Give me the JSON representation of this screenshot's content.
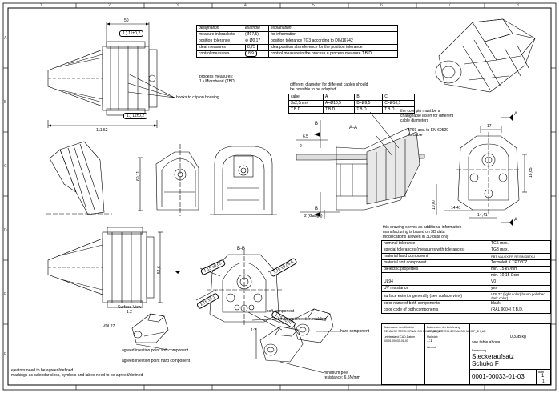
{
  "legend": {
    "headers": [
      "designation",
      "example",
      "explanation"
    ],
    "rows": [
      [
        "measure in brackets",
        "(Ø17,5)",
        "for information"
      ],
      [
        "position tolerance",
        "⊕ Ø0,17",
        "position tolerance TG3 according to DIN16742"
      ],
      [
        "ideal measures",
        "8,75",
        "idea position als reference for the position tolerance"
      ],
      [
        "control measures",
        "8,9",
        "control measure in the process = process measure T.B.D."
      ]
    ]
  },
  "process_note": [
    "process measures:",
    "1.) Microhead (TBD)"
  ],
  "cable_table": {
    "title": [
      "different diameter for different cables should",
      "be possible to be adapted"
    ],
    "headers": [
      "cabel",
      "A",
      "B",
      "C"
    ],
    "rows": [
      [
        "3x2,5mm²",
        "A=Ø10,5",
        "B=Ø9,5",
        "C=Ø10,1"
      ],
      [
        "T.B.D.",
        "T.B.D.",
        "T.B.D.",
        "T.B.D."
      ]
    ]
  },
  "dims": {
    "top_width": "50",
    "tol_top": "1.) 11±0,2",
    "tol_bottom": "1.) 11±0,2",
    "overall": "111,52",
    "front_height": "60,11",
    "bottom_height": "56,6",
    "sec_a1": "6,5",
    "sec_a2": "2",
    "gauge": "2 (Gauge)",
    "r_top": "17",
    "r_right": "18,65",
    "r_left1": "14,41",
    "r_left2": "10,07",
    "r_bottom": "14,41",
    "bb1": "1,15 ±0,05",
    "bb2": "1,15 ±0,1",
    "bb3": "1,15 ±0,07",
    "bb4": "1,15 ±0,05 A"
  },
  "notes": {
    "hooks": "hooks to clip on housing",
    "core_pin": [
      "the core pin must be a",
      "changeable insert for different",
      "cable diameters"
    ],
    "ip69": [
      "IP69 acc. to EN 60529",
      "to cable"
    ],
    "section_aa": "A-A",
    "section_bb": "B-B",
    "label_a": "A",
    "label_b": "B",
    "surface_view": [
      "Surface View",
      "1:2"
    ],
    "vdi": "VDI 27",
    "inj_soft": "agreed injection point soft component",
    "inj_hard": "agreed injection point hard component",
    "soft_comp": "soft component",
    "two_comp": "2 component injection molding",
    "hard_comp": "hard component",
    "scale_12": "1:2",
    "peel": [
      "minimum peel",
      "resistance: 6,5N/mm"
    ],
    "ejectors": [
      "ejectors need to be agreed/defined",
      "markings as calendar clock, symbols and labes need to be agreed/defined"
    ]
  },
  "spec": {
    "intro": [
      "this drawing serves as additional information",
      "manufacturing is based on 3D data",
      "modifications allowed in 3D data only"
    ],
    "rows": [
      [
        "nominal tolerance",
        "TG5 max."
      ],
      [
        "special tolerances (measures with tolerances)",
        "TG3 max."
      ],
      [
        "material hard component",
        "PBT VALOX FR RESIN 357XU"
      ],
      [
        "material soft component",
        "Termoleit K TP7VCZ"
      ],
      [
        "dielectric properties",
        "min. 15 kV/mm"
      ],
      [
        "",
        "min. 10 15 Ωcm"
      ],
      [
        "UL94",
        "V0"
      ],
      [
        "UV resistance",
        "yes"
      ],
      [
        "surface exterior generally (see surface view)",
        "VDI 27 (light color) brush polished dark color)"
      ],
      [
        "color name of both components",
        "black"
      ],
      [
        "color code of both components",
        "(RAL 9004) T.B.D."
      ]
    ]
  },
  "title_block": {
    "left": [
      "Datenname des Modells",
      "GEHÄUSE STECKERNAL SCHUKO F_3H_AR",
      "Letzterstand CAD-Datum",
      "00001-00033-01-03",
      ""
    ],
    "mid_left": [
      "Datenname der Zeichnung",
      "GEHÄUSE STECKERNAL SCHUKO F_3H_AR",
      "Maßstab",
      "1:1",
      "Werkst."
    ],
    "weight": "0,33B kg",
    "material": "see table above",
    "benennung": "Benennung",
    "title1": "Steckeraufsatz",
    "title2": "Schuko F",
    "drawing_no": "0001-00033-01-03",
    "blatt": "Blatt",
    "sheet": "1",
    "of": "1"
  },
  "zones_top": [
    "1",
    "2",
    "3",
    "4",
    "5",
    "6",
    "7",
    "8"
  ],
  "zones_side": [
    "A",
    "B",
    "C",
    "D",
    "E",
    "F"
  ]
}
